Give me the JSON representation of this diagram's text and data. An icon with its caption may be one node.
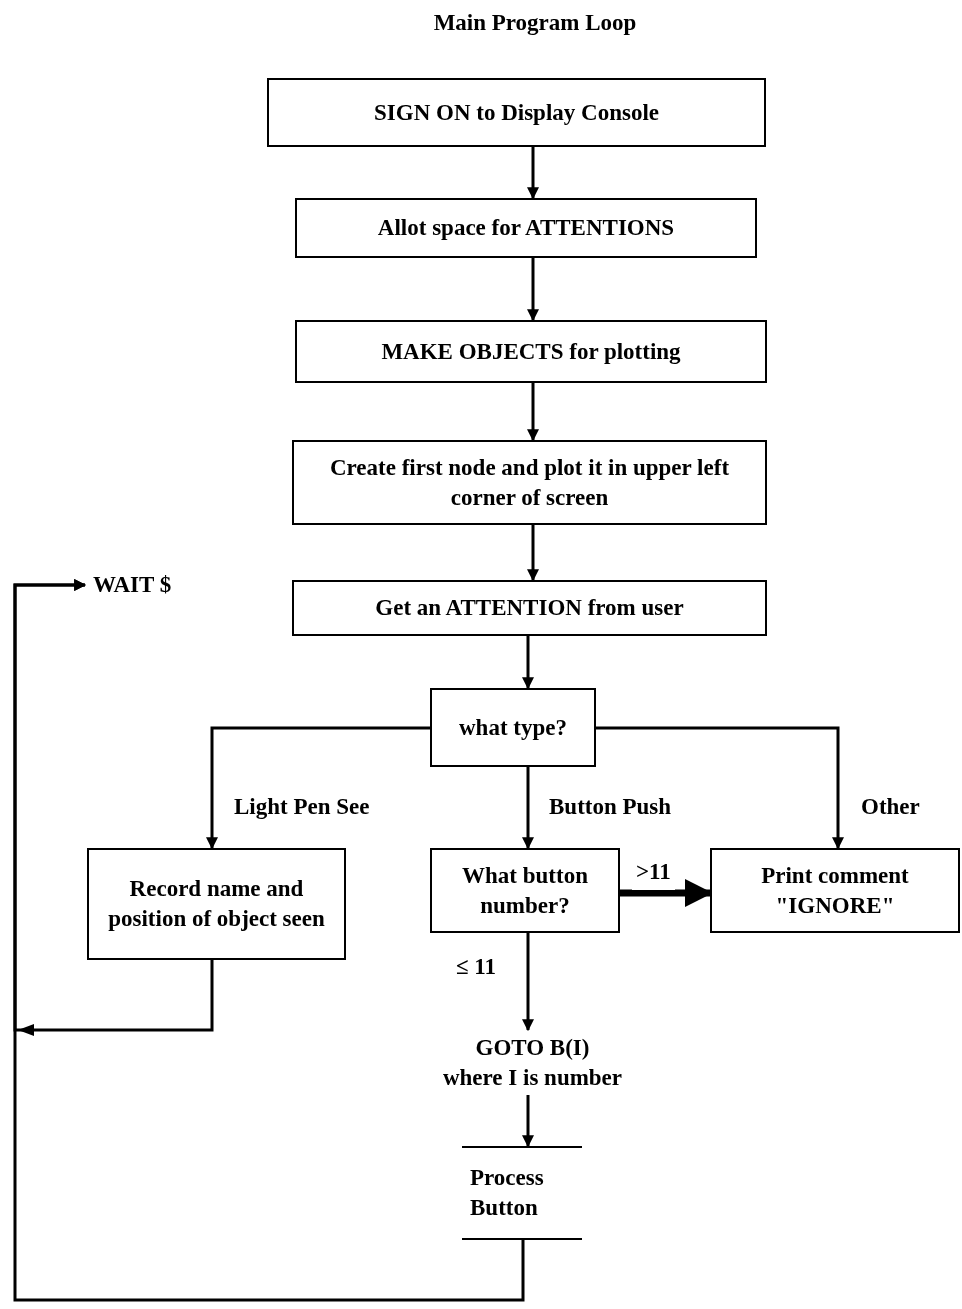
{
  "diagram": {
    "title": "Main Program Loop",
    "nodes": [
      {
        "text": [
          "SIGN ON to Display Console"
        ]
      },
      {
        "text": [
          "Allot space for ATTENTIONS"
        ]
      },
      {
        "text": [
          "MAKE OBJECTS for plotting"
        ]
      },
      {
        "text": [
          "Create first node and plot it in upper left corner of screen"
        ]
      },
      {
        "text": [
          "WAIT $"
        ]
      },
      {
        "text": [
          "Get an ATTENTION from user"
        ]
      },
      {
        "text": [
          "what type?"
        ]
      },
      {
        "text": [
          "Record name and position of object seen"
        ]
      },
      {
        "text": [
          "What button number?"
        ]
      },
      {
        "text": [
          "Print comment \"IGNORE\""
        ]
      },
      {
        "text": [
          "GOTO B(I)",
          "where I is number"
        ]
      },
      {
        "text": [
          "Process Button"
        ]
      }
    ],
    "edges": [
      {
        "from": 0,
        "to": 1,
        "arrow": "to"
      },
      {
        "from": 1,
        "to": 2,
        "arrow": "to"
      },
      {
        "from": 2,
        "to": 3,
        "arrow": "to"
      },
      {
        "from": 3,
        "to": 5,
        "arrow": "to"
      },
      {
        "from": 5,
        "to": 6,
        "arrow": "to"
      },
      {
        "from": 6,
        "to": 7,
        "arrow": "to",
        "label": "Light Pen See"
      },
      {
        "from": 6,
        "to": 8,
        "arrow": "to",
        "label": "Button Push"
      },
      {
        "from": 6,
        "to": 9,
        "arrow": "to",
        "label": "Other"
      },
      {
        "from": 8,
        "to": 9,
        "arrow": "to",
        "label": ">11",
        "style": "thick"
      },
      {
        "from": 8,
        "to": 10,
        "arrow": "to",
        "label": "≤ 11"
      },
      {
        "from": 10,
        "to": 11,
        "arrow": "to"
      },
      {
        "from": 11,
        "to": 4,
        "arrow": "to"
      },
      {
        "from": 7,
        "to": 4,
        "arrow": "to"
      }
    ]
  }
}
